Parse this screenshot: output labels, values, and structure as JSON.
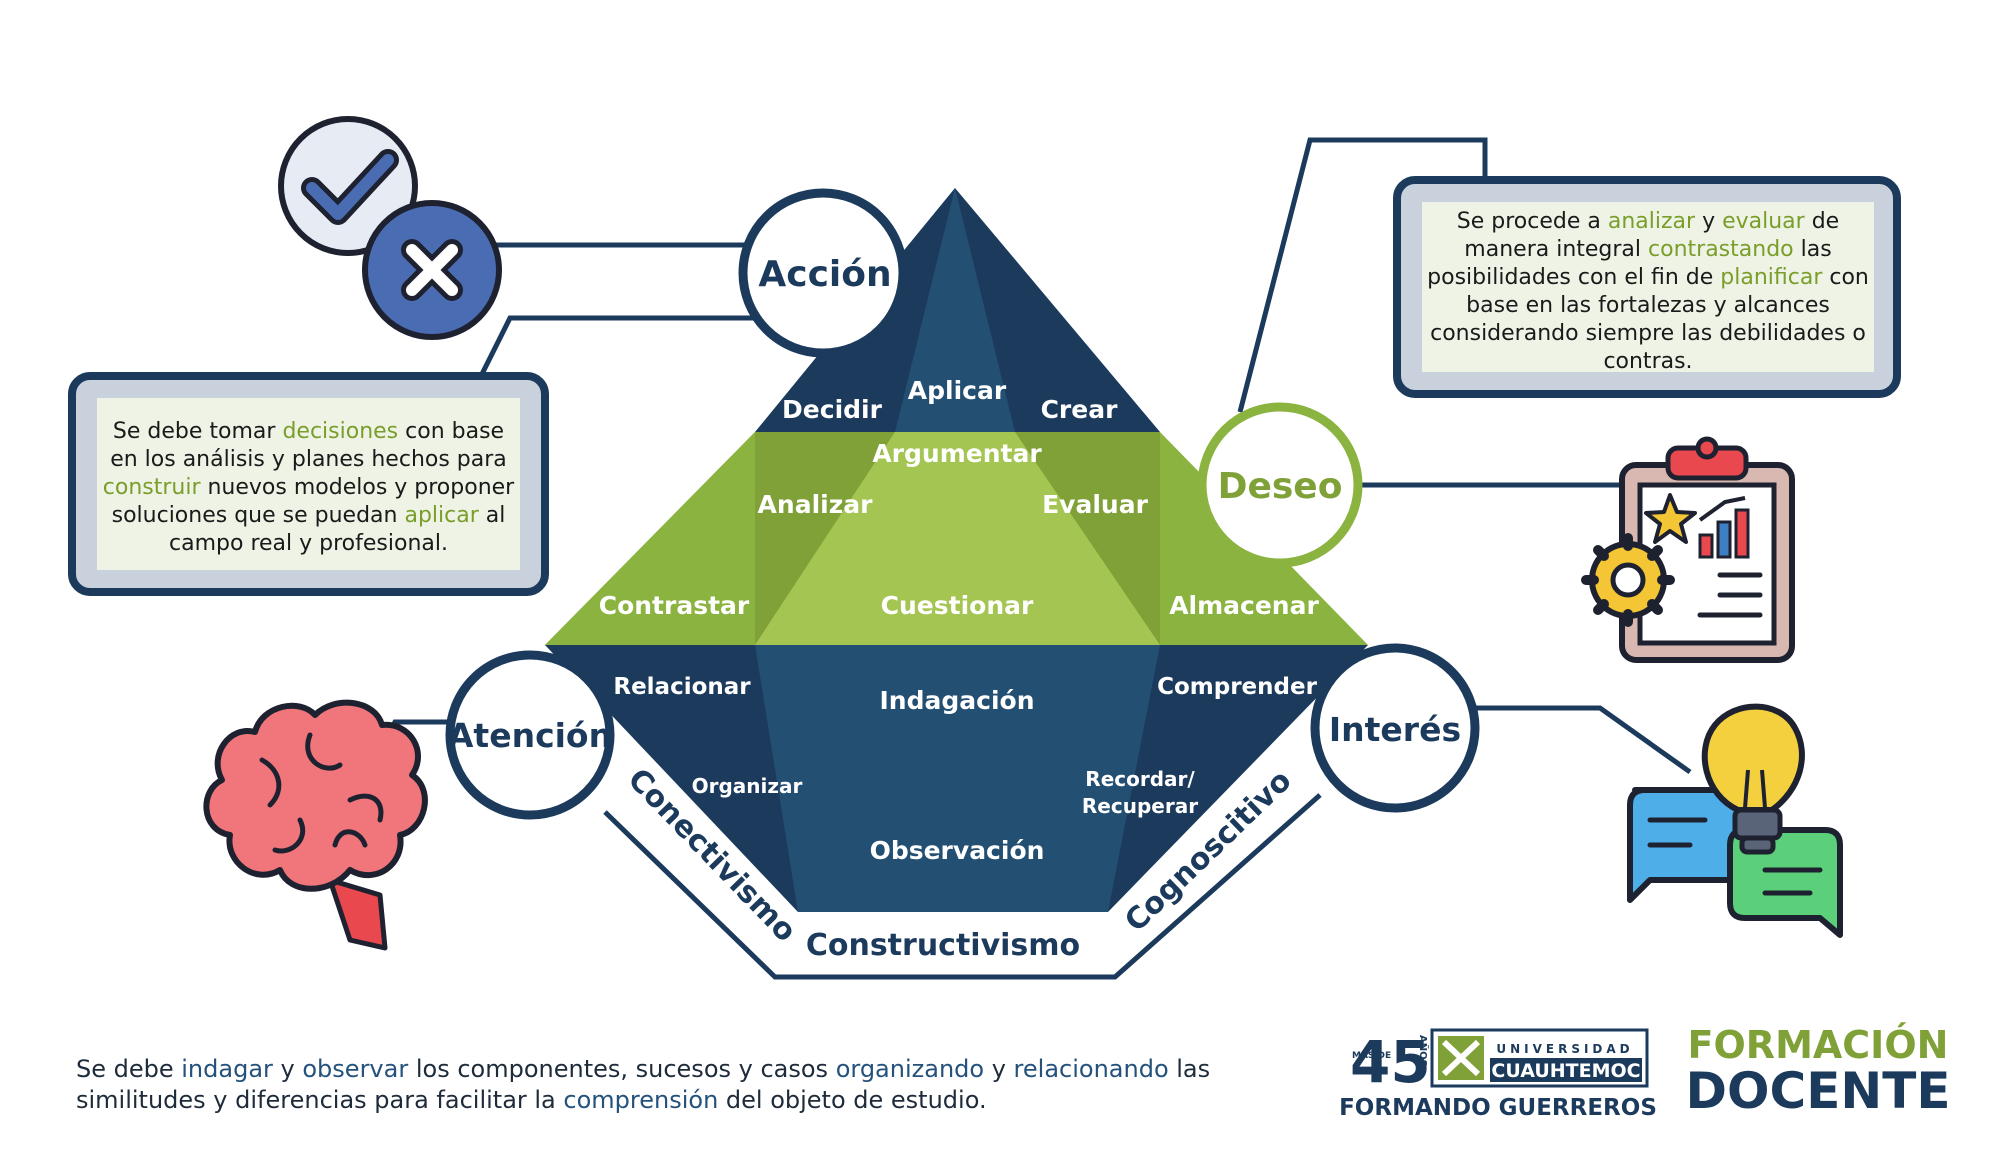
{
  "pyramid": {
    "top": [
      "Decidir",
      "Aplicar",
      "Crear"
    ],
    "middle": [
      "Argumentar",
      "Analizar",
      "Evaluar",
      "Contrastar",
      "Cuestionar",
      "Almacenar"
    ],
    "bottom": [
      "Relacionar",
      "Indagación",
      "Comprender",
      "Organizar",
      "Recordar/",
      "Recuperar",
      "Observación"
    ]
  },
  "circles": {
    "accion": "Acción",
    "deseo": "Deseo",
    "atencion": "Atención",
    "interes": "Interés"
  },
  "base_labels": {
    "left": "Conectivismo",
    "bottom": "Constructivismo",
    "right": "Cognoscitivo"
  },
  "box_left": {
    "segments": [
      {
        "t": "Se debe tomar ",
        "h": false
      },
      {
        "t": "decisiones",
        "h": true
      },
      {
        "t": " con base en los análisis y planes hechos para ",
        "h": false
      },
      {
        "t": "construir",
        "h": true
      },
      {
        "t": " nuevos modelos y proponer soluciones que se puedan ",
        "h": false
      },
      {
        "t": "aplicar",
        "h": true
      },
      {
        "t": " al campo real y profesional.",
        "h": false
      }
    ]
  },
  "box_right": {
    "segments": [
      {
        "t": "Se procede a ",
        "h": false
      },
      {
        "t": "analizar",
        "h": true
      },
      {
        "t": " y ",
        "h": false
      },
      {
        "t": "evaluar",
        "h": true
      },
      {
        "t": " de manera integral ",
        "h": false
      },
      {
        "t": "contrastando",
        "h": true
      },
      {
        "t": " las posibilidades con el fin de ",
        "h": false
      },
      {
        "t": "planificar",
        "h": true
      },
      {
        "t": " con base en las fortalezas y alcances considerando siempre las debilidades o contras.",
        "h": false
      }
    ]
  },
  "bottom_text": {
    "segments": [
      {
        "t": "Se debe ",
        "h": false
      },
      {
        "t": "indagar",
        "h": true
      },
      {
        "t": " y ",
        "h": false
      },
      {
        "t": "observar",
        "h": true
      },
      {
        "t": " los componentes, sucesos y casos ",
        "h": false
      },
      {
        "t": "organizando",
        "h": true
      },
      {
        "t": " y ",
        "h": false
      },
      {
        "t": "relacionando",
        "h": true
      },
      {
        "t": " las similitudes y diferencias para facilitar la ",
        "h": false
      },
      {
        "t": "comprensión",
        "h": true
      },
      {
        "t": " del objeto de estudio.",
        "h": false
      }
    ]
  },
  "logo_uc": {
    "number": "45",
    "mas_de": "MÁS DE",
    "anos": "AÑOS",
    "universidad": "UNIVERSIDAD",
    "name": "CUAUHTEMOC",
    "slogan": "FORMANDO GUERREROS"
  },
  "logo_fd": {
    "line1": "FORMACIÓN",
    "line2": "DOCENTE"
  },
  "colors": {
    "navy": "#1b3a5c",
    "navy_mid": "#234f73",
    "green": "#8ab33f",
    "green_dark": "#7fa137",
    "green_light": "#a4c552",
    "highlight_green": "#7a9e2a",
    "highlight_blue": "#24527c"
  },
  "icons": [
    "check-icon",
    "cross-icon",
    "brain-icon",
    "clipboard-chart-icon",
    "lightbulb-chat-icon"
  ]
}
